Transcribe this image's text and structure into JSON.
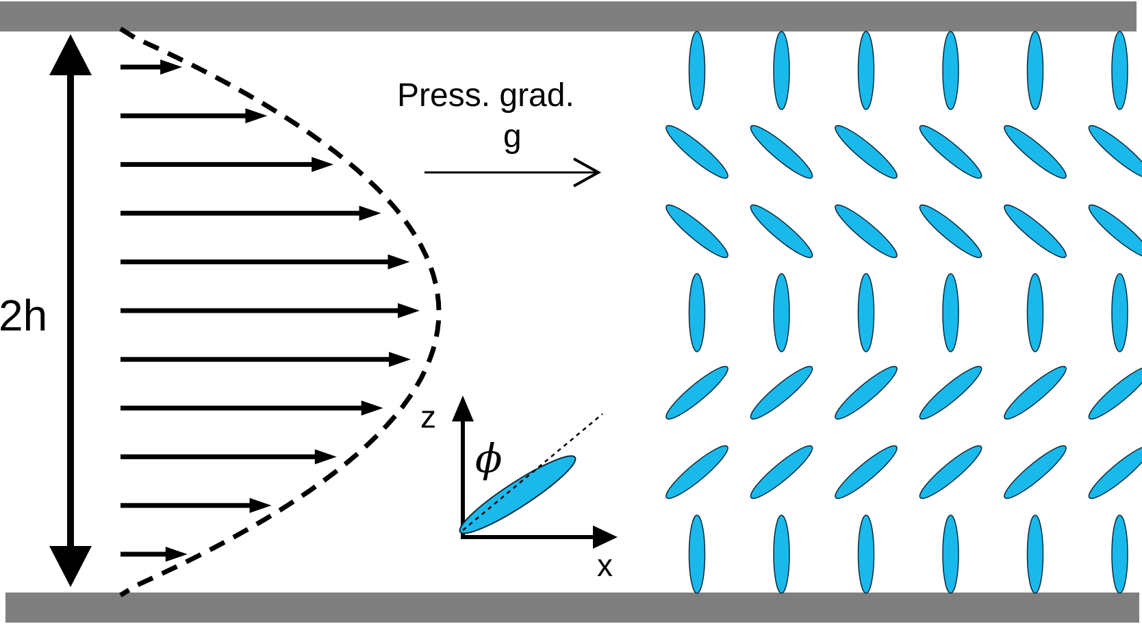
{
  "labels": {
    "height": "2h",
    "pressure_gradient": "Press. grad.",
    "gradient_symbol": "g",
    "axis_z": "z",
    "axis_x": "x",
    "angle": "ϕ"
  },
  "colors": {
    "plate": "#7f7f7f",
    "particle_fill": "#1ab9ec",
    "particle_stroke": "#0b2a3a",
    "ink": "#000000"
  },
  "flow_profile": {
    "type": "parabolic",
    "arrow_count": 11
  },
  "particle_grid": {
    "columns": 6,
    "rows": 7,
    "row_orientations": [
      "vertical",
      "tilted-down",
      "tilted-down",
      "vertical",
      "tilted-up",
      "tilted-up",
      "vertical"
    ]
  }
}
